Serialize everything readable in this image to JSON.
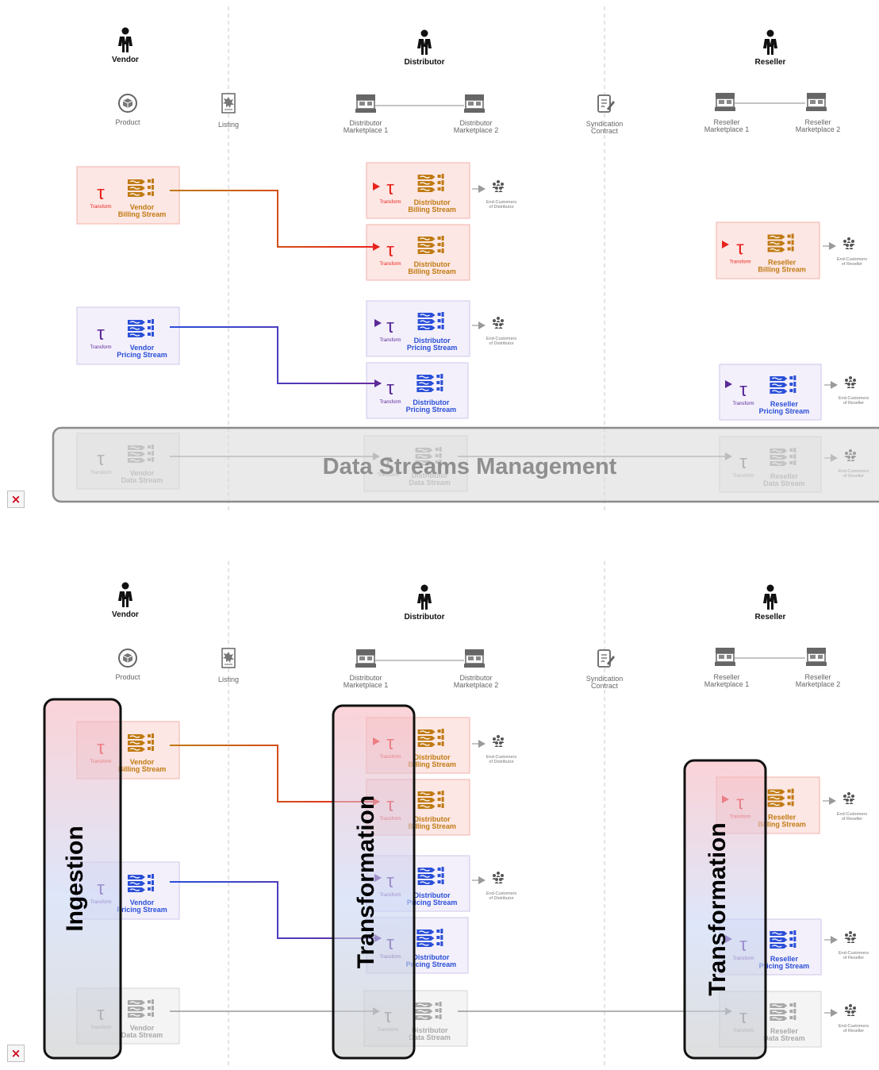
{
  "roles": {
    "vendor": "Vendor",
    "distributor": "Distributor",
    "reseller": "Reseller"
  },
  "assets": {
    "product": "Product",
    "listing": "Listing",
    "dist_mp1": [
      "Distributor",
      "Marketplace 1"
    ],
    "dist_mp2": [
      "Distributor",
      "Marketplace 2"
    ],
    "syndication": [
      "Syndication",
      "Contract"
    ],
    "res_mp1": [
      "Reseller",
      "Marketplace 1"
    ],
    "res_mp2": [
      "Reseller",
      "Marketplace 2"
    ]
  },
  "transform_label": "Transform",
  "streams": {
    "vendor_billing": [
      "Vendor",
      "Billing Stream"
    ],
    "vendor_pricing": [
      "Vendor",
      "Pricing Stream"
    ],
    "vendor_data": [
      "Vendor",
      "Data Stream"
    ],
    "dist_billing": [
      "Distributor",
      "Billing Stream"
    ],
    "dist_pricing": [
      "Distributor",
      "Pricing Stream"
    ],
    "dist_data": [
      "Distributor",
      "Data Stream"
    ],
    "res_billing": [
      "Reseller",
      "Billing Stream"
    ],
    "res_pricing": [
      "Reseller",
      "Pricing Stream"
    ],
    "res_data": [
      "Reseller",
      "Data Stream"
    ]
  },
  "end_customers": {
    "distributor": [
      "End-Customers",
      "of Distributor"
    ],
    "reseller": [
      "End-Customers",
      "of Reseller"
    ]
  },
  "overlay_label": "Data Streams Management",
  "phases": {
    "ingestion": "Ingestion",
    "transformation": "Transformation"
  },
  "colors": {
    "billing": "#c07a12",
    "billing_box_bg": "#fde7e4",
    "billing_box_border": "#f2b2aa",
    "transform_red": "#e8231e",
    "pricing": "#2b4fd8",
    "pricing_box_bg": "#f3f0fb",
    "pricing_box_border": "#cfc6ea",
    "transform_purple": "#5b2a98",
    "data_grey": "#a9a9a9",
    "data_box_bg": "#f4f4f4",
    "data_box_border": "#d3d3d3"
  }
}
